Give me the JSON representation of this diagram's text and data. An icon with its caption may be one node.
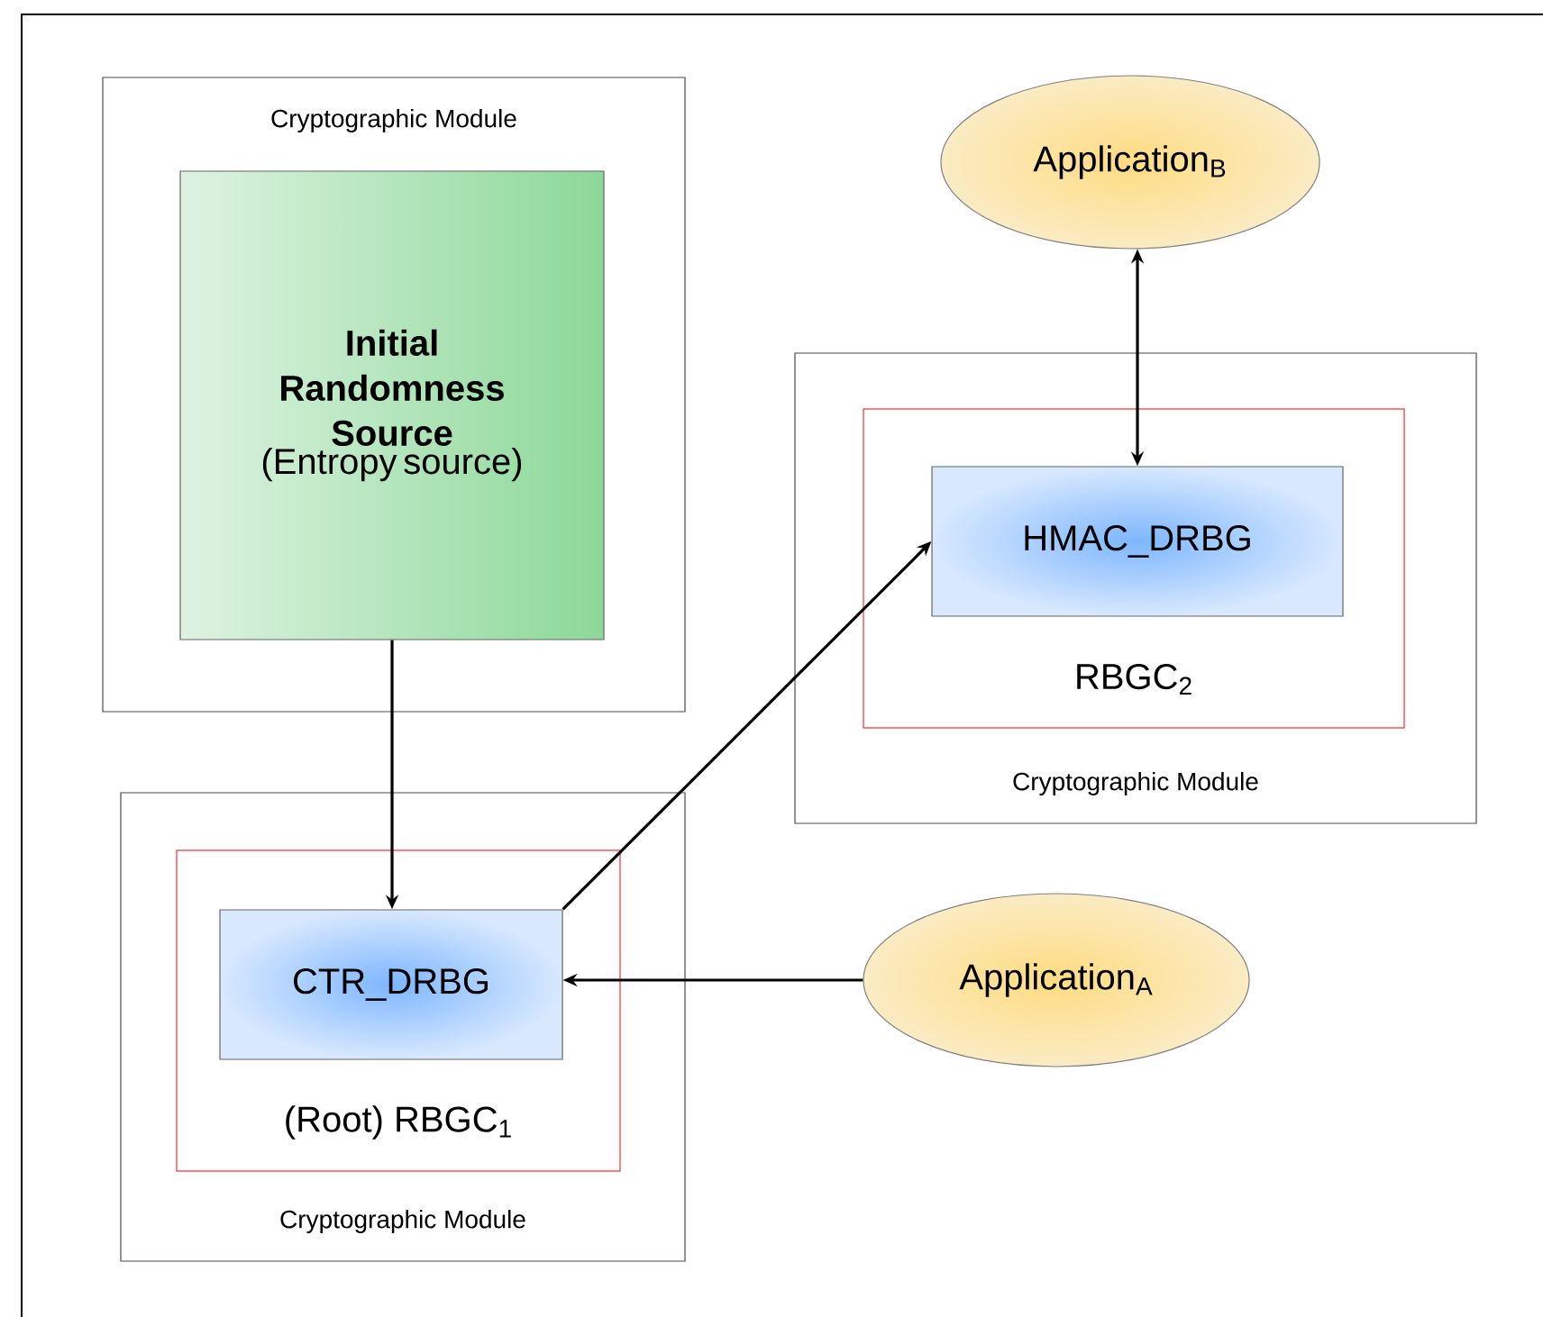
{
  "diagram": {
    "nodes": [
      {
        "text": [
          "Cryptographic Module"
        ]
      },
      {
        "text": [
          "Initial Randomness Source",
          "(Entropy source)"
        ],
        "in": 0
      },
      {
        "text": [
          "Application$_{B}$"
        ]
      },
      {
        "text": [
          "Cryptographic Module"
        ]
      },
      {
        "text": [
          "RBGC$_{2}$"
        ],
        "in": 3
      },
      {
        "text": [
          "HMAC_DRBG"
        ],
        "in": 4
      },
      {
        "text": [
          "Cryptographic Module"
        ]
      },
      {
        "text": [
          "(Root) RBGC$_{1}$"
        ],
        "in": 6
      },
      {
        "text": [
          "CTR_DRBG"
        ],
        "in": 7
      },
      {
        "text": [
          "Application$_{A}$"
        ]
      }
    ],
    "edges": [
      {
        "from": 1,
        "to": 8,
        "arrow": "to"
      },
      {
        "from": 8,
        "to": 5,
        "arrow": "to"
      },
      {
        "from": 2,
        "to": 5,
        "arrow": "both"
      },
      {
        "from": 9,
        "to": 8,
        "arrow": "to"
      }
    ]
  }
}
